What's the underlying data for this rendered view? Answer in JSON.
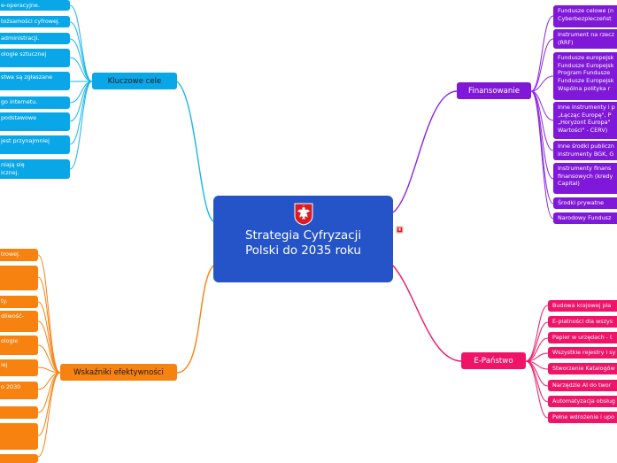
{
  "center": {
    "title_line1": "Strategia Cyfryzacji",
    "title_line2": "Polski do 2035 roku",
    "icon": "polish-eagle-icon"
  },
  "colors": {
    "center": "#2554c9",
    "kluczowe": "#0aa7e8",
    "wskazniki": "#f7820f",
    "finansowanie": "#7f18d8",
    "epanstwo": "#ef1468"
  },
  "branches": {
    "kluczowe": {
      "label": "Kluczowe cele",
      "items": [
        "e-operacyjne.",
        "tożsamości cyfrowej.",
        "administracji.",
        "ologie sztucznej",
        "stwa są zgłaszane",
        "go internetu.",
        "podstawowe",
        "jest przynajmniej",
        "niają się\nicznej."
      ]
    },
    "wskazniki": {
      "label": "Wskaźniki efektywności",
      "items": [
        "trowej.",
        "",
        "ty.",
        "dliwość-",
        "ologie",
        "iej",
        "o 2030",
        "",
        "",
        ""
      ]
    },
    "finansowanie": {
      "label": "Finansowanie",
      "items": [
        "Fundusze celowe (n\nCyberbezpieczeńst",
        "Instrument na rzecz\n(RRF)",
        "Fundusze europejsk\nFundusze Europejsk\nProgram Fundusze\nFundusze Europejsk\nWspólna polityka r",
        "Inne instrumenty i p\n„Łącząc Europę\", P\n„Horyzont Europa\"\nWartości\" - CERV)",
        "Inne środki publiczn\ninstrumenty BGK, G",
        "Instrumenty finans\nfinansowych (kredy\nCapital)",
        "Środki prywatne",
        "Narodowy Fundusz"
      ]
    },
    "epanstwo": {
      "label": "E-Państwo",
      "items": [
        "Budowa krajowej pla",
        "E-płatności dla wszys",
        "Papier w urzędach - t",
        "Wszystkie rejestry i sy",
        "Stworzenie Katalogów",
        "Narzędzie AI do twor",
        "Automatyzacja obsług",
        "Pełne wdrożenie i upo"
      ]
    }
  }
}
